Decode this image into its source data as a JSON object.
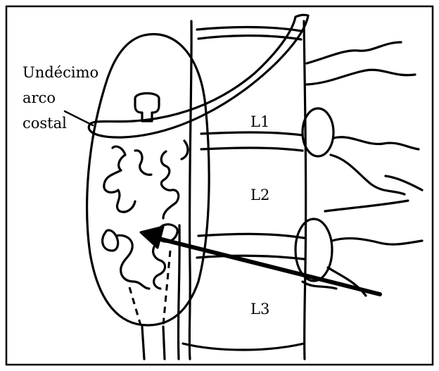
{
  "labels": {
    "rib_line1": "Undécimo",
    "rib_line2": "arco",
    "rib_line3": "costal",
    "l1": "L1",
    "l2": "L2",
    "l3": "L3"
  }
}
